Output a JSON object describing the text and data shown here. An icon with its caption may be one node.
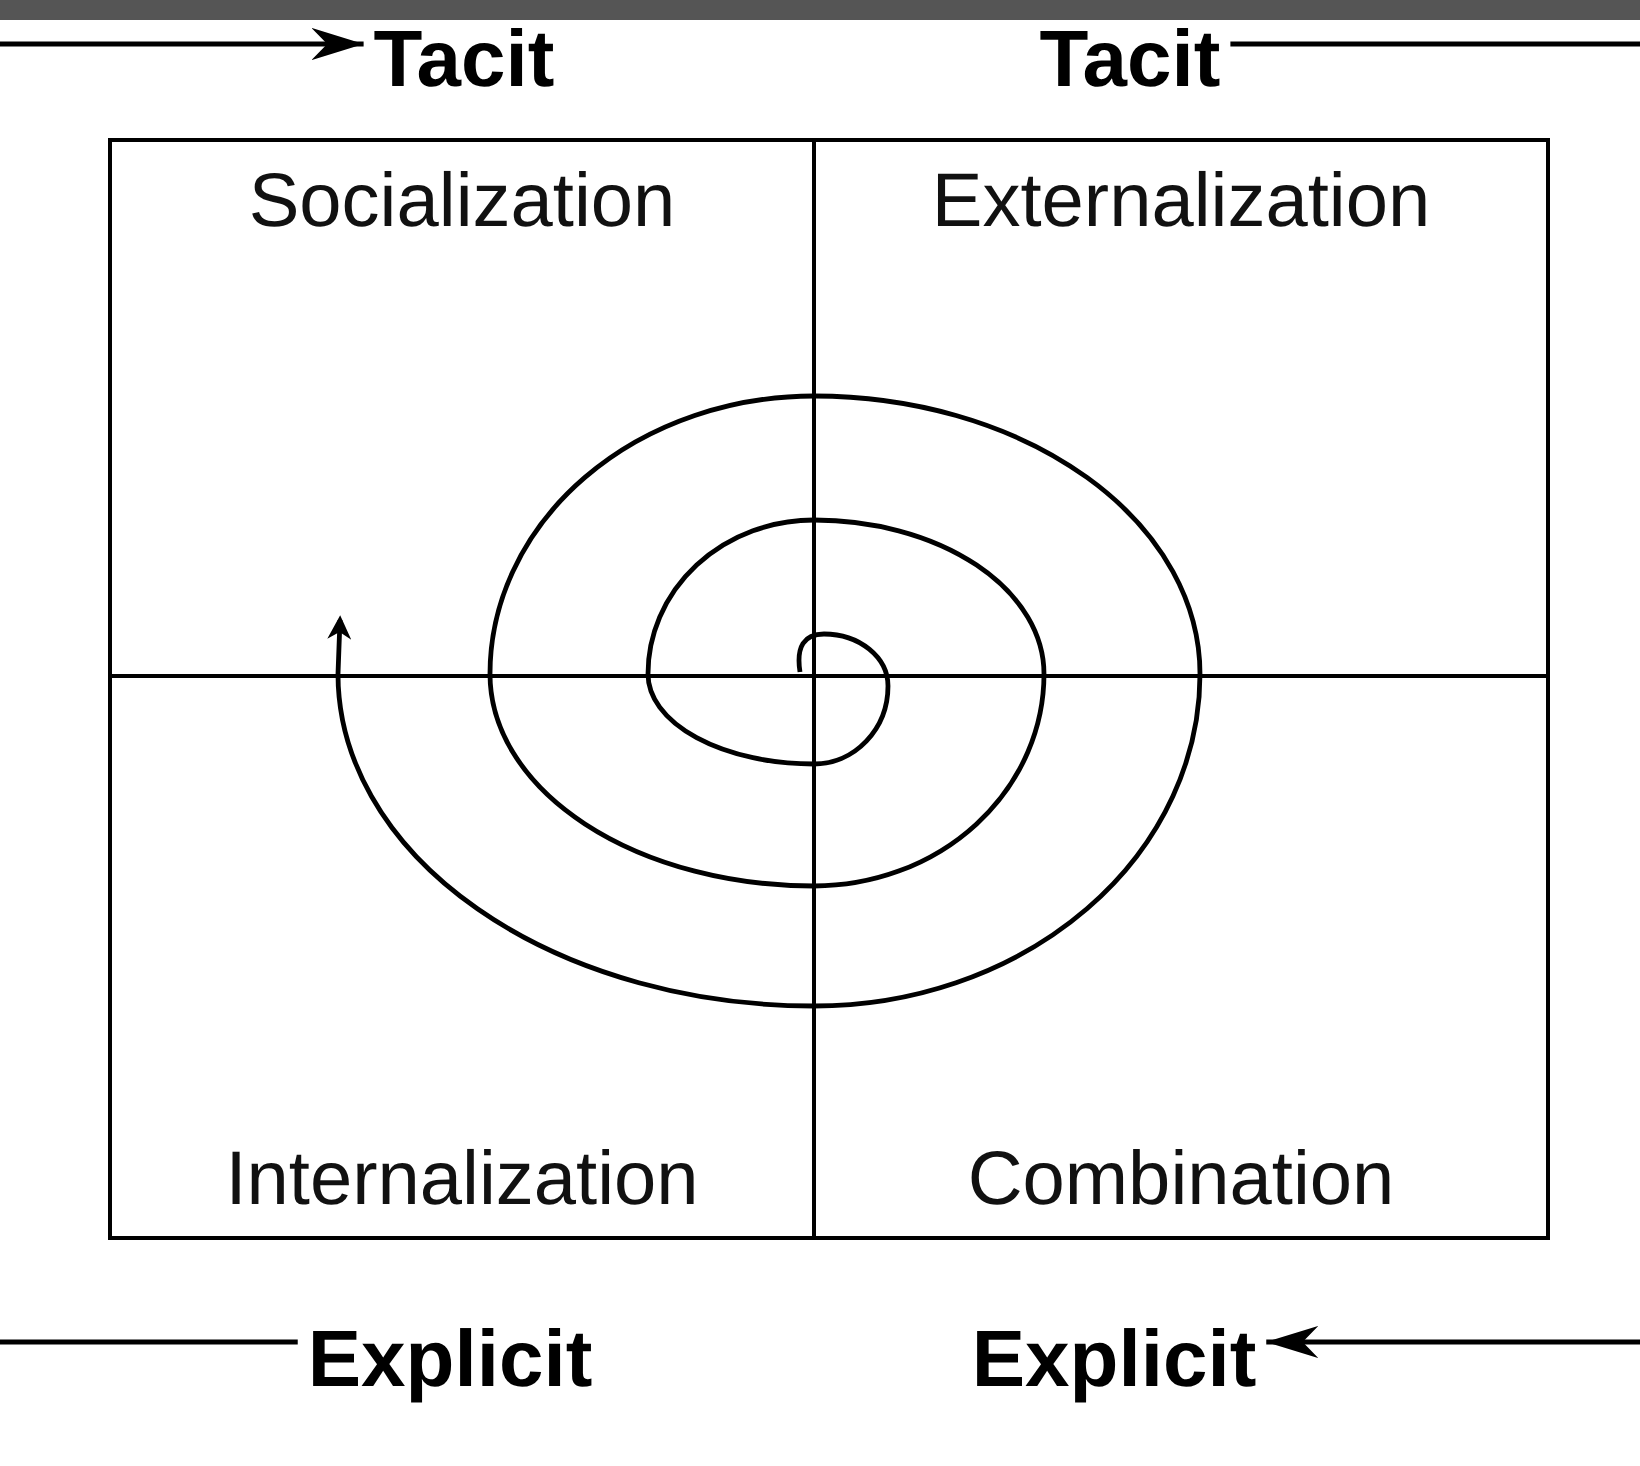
{
  "diagram": {
    "nodes": [
      {
        "text": [
          "Tacit"
        ]
      },
      {
        "text": [
          "Tacit"
        ]
      },
      {
        "text": [
          "Socialization"
        ]
      },
      {
        "text": [
          "Externalization"
        ]
      },
      {
        "text": [
          "Internalization"
        ]
      },
      {
        "text": [
          "Combination"
        ]
      },
      {
        "text": [
          "Explicit"
        ]
      },
      {
        "text": [
          "Explicit"
        ]
      }
    ],
    "edges": [
      {
        "from": null,
        "to": 0,
        "arrow": "to"
      },
      {
        "from": 1,
        "to": null,
        "arrow": "none"
      },
      {
        "from": null,
        "to": 6,
        "arrow": "none"
      },
      {
        "from": null,
        "to": 7,
        "arrow": "to"
      }
    ]
  }
}
